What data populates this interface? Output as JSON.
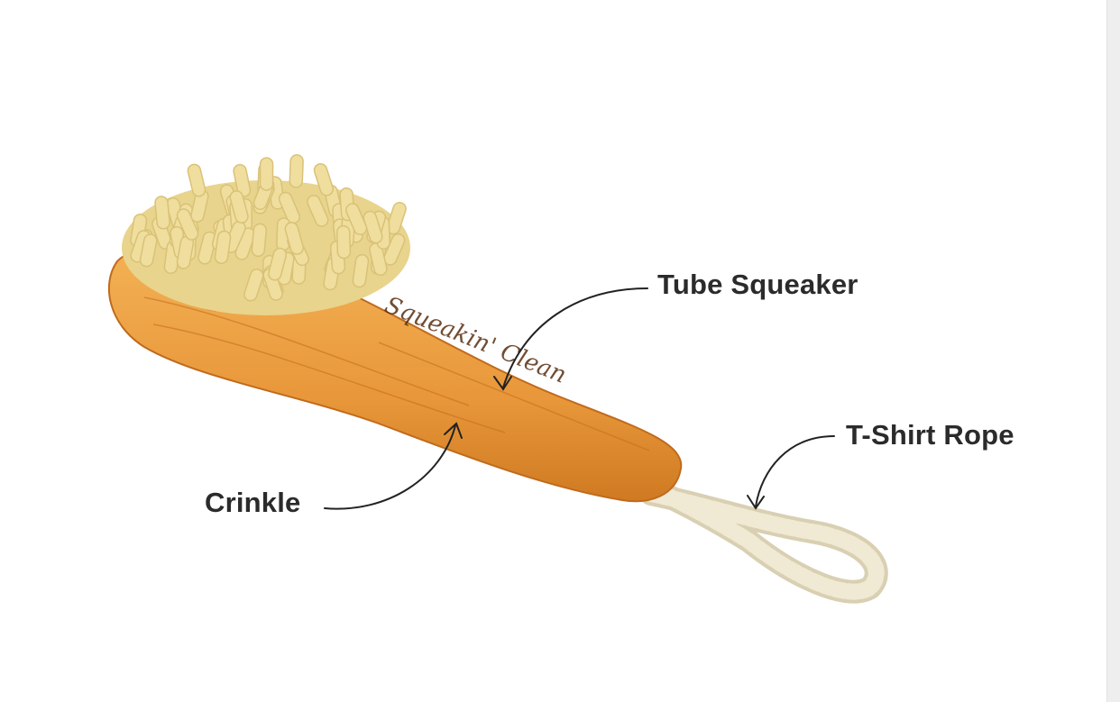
{
  "labels": {
    "tube_squeaker": "Tube Squeaker",
    "crinkle": "Crinkle",
    "tshirt_rope": "T-Shirt Rope"
  },
  "product_lettering": "Squeakin' Clean",
  "colors": {
    "wood": "#e99a3c",
    "wood_dark": "#c8701f",
    "bristles": "#efdc9a",
    "rope": "#ece4cc",
    "text": "#2b2b2b"
  }
}
